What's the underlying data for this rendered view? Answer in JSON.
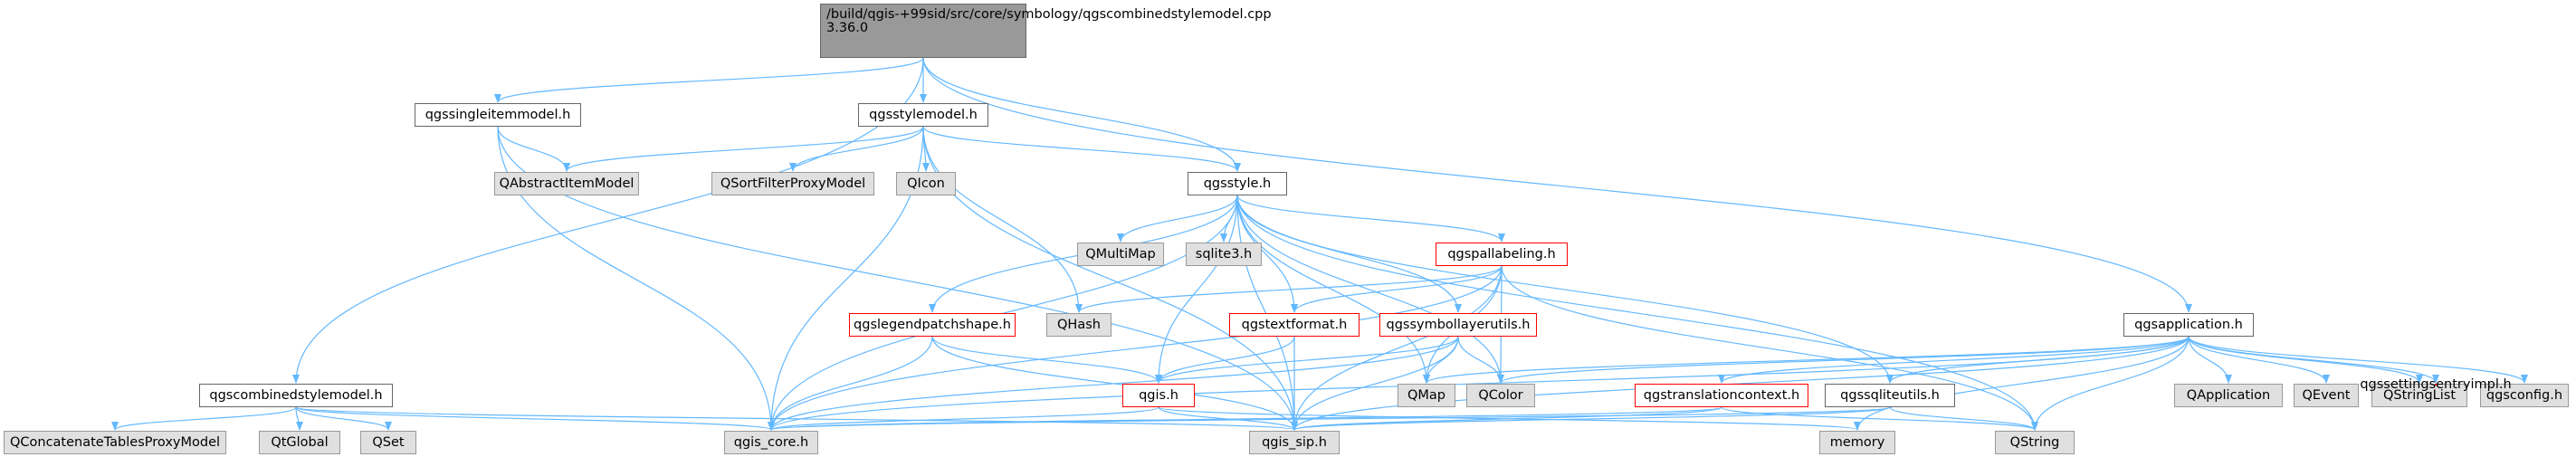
{
  "graph": {
    "colors": {
      "edge": "#63b8ff",
      "doc_fill": "#ffffff",
      "doc_border": "#666666",
      "ext_fill": "#e0e0e0",
      "ext_border": "#999999",
      "truncated_border": "#ff0000",
      "root_fill": "#999999"
    },
    "root": {
      "line1": "/build/qgis-3.36.0",
      "line2": "+99sid/src/core/symbology",
      "line3": "/qgscombinedstylemodel.cpp"
    },
    "nodes": {
      "qgssingleitemmodel_h": "qgssingleitemmodel.h",
      "qgsstylemodel_h": "qgsstylemodel.h",
      "qabstractitemmodel": "QAbstractItemModel",
      "qsortfilterproxymodel": "QSortFilterProxyModel",
      "qicon": "QIcon",
      "qgsstyle_h": "qgsstyle.h",
      "qmultimap": "QMultiMap",
      "sqlite3_h": "sqlite3.h",
      "qgspallabeling_h": "qgspallabeling.h",
      "qgslegendpatchshape_h": "qgslegendpatchshape.h",
      "qhash": "QHash",
      "qgstextformat_h": "qgstextformat.h",
      "qgssymbollayerutils_h": "qgssymbollayerutils.h",
      "qgsapplication_h": "qgsapplication.h",
      "qgscombinedstylemodel_h": "qgscombinedstylemodel.h",
      "qgis_h": "qgis.h",
      "qmap": "QMap",
      "qcolor": "QColor",
      "qgstranslationcontext_h": "qgstranslationcontext.h",
      "qgssqliteutils_h": "qgssqliteutils.h",
      "qapplication": "QApplication",
      "qevent": "QEvent",
      "qstringlist": "QStringList",
      "qgsconfig_h": "qgsconfig.h",
      "qgssettingsentryimpl_h": "qgssettingsentryimpl.h",
      "qconcatenatetablesproxymodel": "QConcatenateTablesProxyModel",
      "qtglobal": "QtGlobal",
      "qset": "QSet",
      "qgis_core_h": "qgis_core.h",
      "qgis_sip_h": "qgis_sip.h",
      "memory": "memory",
      "qstring": "QString"
    }
  }
}
